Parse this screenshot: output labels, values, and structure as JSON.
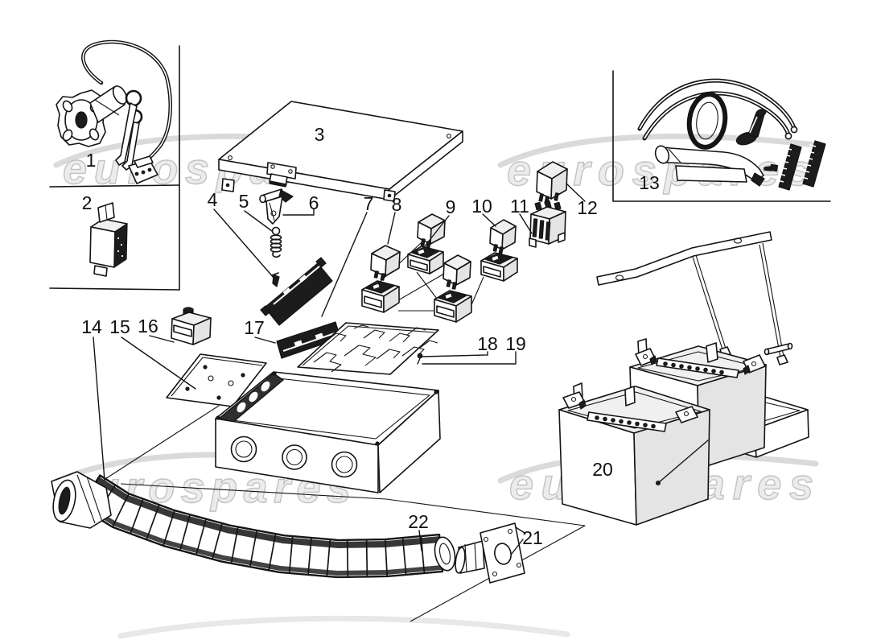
{
  "diagram": {
    "watermark_text": "eurospares",
    "parts": [
      {
        "number": "1"
      },
      {
        "number": "2"
      },
      {
        "number": "3"
      },
      {
        "number": "4"
      },
      {
        "number": "5"
      },
      {
        "number": "6"
      },
      {
        "number": "7"
      },
      {
        "number": "8"
      },
      {
        "number": "9"
      },
      {
        "number": "10"
      },
      {
        "number": "11"
      },
      {
        "number": "12"
      },
      {
        "number": "13"
      },
      {
        "number": "14"
      },
      {
        "number": "15"
      },
      {
        "number": "16"
      },
      {
        "number": "17"
      },
      {
        "number": "18"
      },
      {
        "number": "19"
      },
      {
        "number": "20"
      },
      {
        "number": "21"
      },
      {
        "number": "22"
      }
    ]
  }
}
